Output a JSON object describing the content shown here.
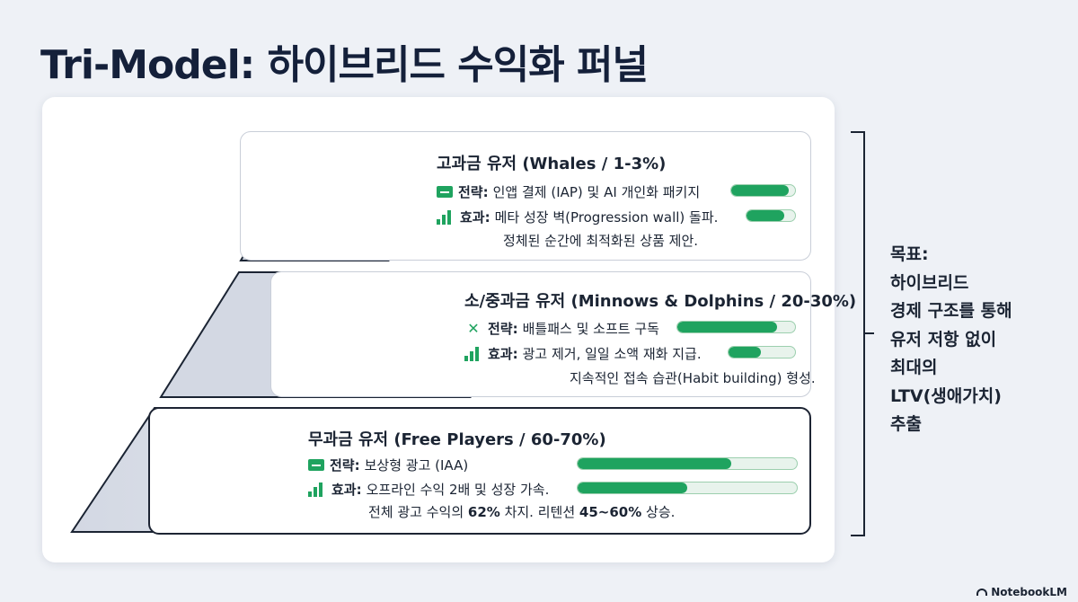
{
  "title": "Tri-Model: 하이브리드 수익화 퍼널",
  "tiers": [
    {
      "name": "고과금 유저 (Whales / 1-3%)",
      "strategy_label": "전략:",
      "strategy": "인앱 결제 (IAP) 및 AI 개인화 패키지",
      "strategy_icon": "wallet-icon",
      "strategy_level": 0.9,
      "effect_label": "효과:",
      "effect": "메타 성장 벽(Progression wall) 돌파.",
      "effect_icon": "bar-chart-icon",
      "effect_level": 0.78,
      "effect_detail": "정체된 순간에 최적화된 상품 제안."
    },
    {
      "name": "소/중과금 유저 (Minnows & Dolphins / 20-30%)",
      "strategy_label": "전략:",
      "strategy": "배틀패스 및 소프트 구독",
      "strategy_icon": "crossed-swords-icon",
      "strategy_level": 0.85,
      "effect_label": "효과:",
      "effect": "광고 제거, 일일 소액 재화 지급.",
      "effect_icon": "bar-chart-icon",
      "effect_level": 0.48,
      "effect_detail": "지속적인 접속 습관(Habit building) 형성."
    },
    {
      "name": "무과금 유저 (Free Players / 60-70%)",
      "strategy_label": "전략:",
      "strategy": "보상형 광고 (IAA)",
      "strategy_icon": "wallet-icon",
      "strategy_level": 0.7,
      "effect_label": "효과:",
      "effect": "오프라인 수익 2배 및 성장 가속.",
      "effect_icon": "bar-chart-icon",
      "effect_level": 0.5,
      "effect_detail_pre": "전체 광고 수익의 ",
      "effect_detail_b1": "62%",
      "effect_detail_mid": " 차지. 리텐션 ",
      "effect_detail_b2": "45~60%",
      "effect_detail_post": " 상승."
    }
  ],
  "goal": [
    "목표:",
    "하이브리드",
    "경제 구조를 통해",
    "유저 저항 없이",
    "최대의",
    "LTV(생애가치)",
    "추출"
  ],
  "brand": "NotebookLM",
  "colors": {
    "accent": "#1fa35f",
    "pyramid_fill": "#d3d8e3",
    "pyramid_stroke": "#1b2433"
  }
}
